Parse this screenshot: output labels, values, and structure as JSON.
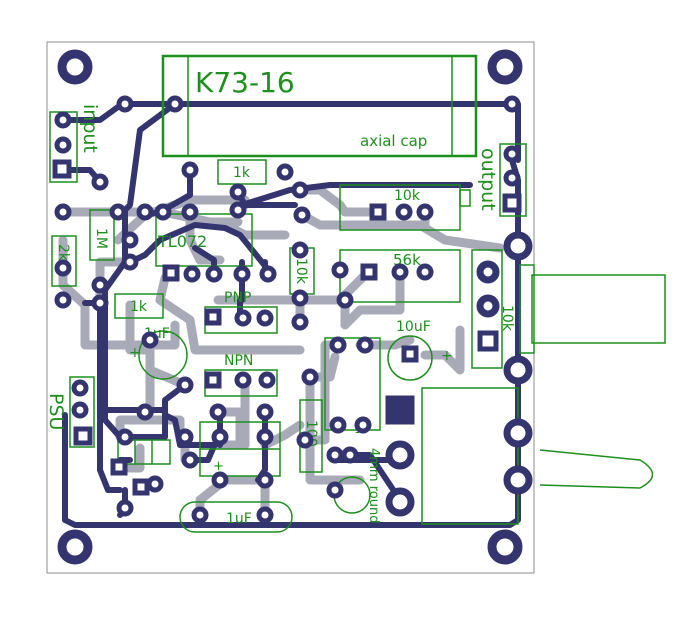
{
  "colors": {
    "silk": "#1d8f1d",
    "trace_top": "#34346f",
    "trace_bottom": "#a9aab8",
    "pad": "#34346f",
    "board_edge": "#8c8c8c",
    "background": "#ffffff"
  },
  "labels": {
    "cap_k73": "K73-16",
    "axial_cap": "axial cap",
    "input": "input",
    "output": "output",
    "psu": "PSU",
    "opamp": "TL072",
    "pnp": "PNP",
    "npn": "NPN",
    "r_1k_top": "1k",
    "r_1k_left": "1k",
    "r_10k_top": "10k",
    "r_56k": "56k",
    "r_10k_mid": "10k",
    "r_10k_pot": "10k",
    "r_1m": "1M",
    "r_2k2": "2k2",
    "r_100": "100",
    "cap_1uf": "1uF",
    "cap_10uf": "10uF",
    "cap_1f": "1uF",
    "cap_plus_left": "+",
    "cap_plus_right": "+",
    "cap_plus_1f": "+",
    "cap_minus_1f": "-",
    "cap_minus_100": "-",
    "diode": "4mm round"
  }
}
